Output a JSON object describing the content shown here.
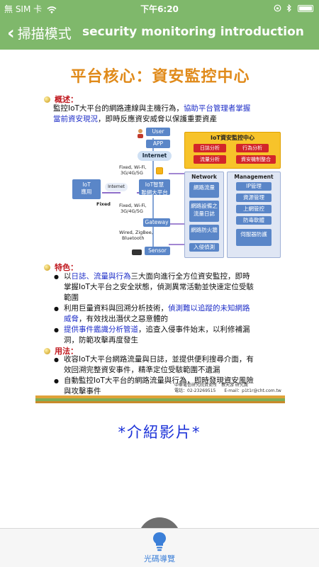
{
  "status_bar": {
    "carrier": "無 SIM 卡",
    "time": "下午6:20"
  },
  "nav": {
    "back_label": "掃描模式",
    "title": "security monitoring introduction"
  },
  "slide": {
    "title": "平台核心：資安監控中心",
    "overview_head": "概述：",
    "overview_text_1": "監控IoT大平台的網路連線與主機行為，",
    "overview_text_1b": "協助平台管理者掌握",
    "overview_text_2a": "當前資安現況",
    "overview_text_2b": "，即時反應資安威脅以保護重要資產",
    "diagram": {
      "user": "User",
      "app": "APP",
      "internet": "Internet",
      "fixed_wifi_1": "Fixed, Wi-Fi,",
      "fixed_wifi_1b": "3G/4G/5G",
      "iot_app": "IoT",
      "iot_app_2": "應用",
      "internet2": "Internet",
      "iot_platform": "IoT智慧",
      "iot_platform_2": "聯網大平台",
      "fixed": "Fixed",
      "fixed_wifi_2": "Fixed, Wi-Fi,",
      "fixed_wifi_2b": "3G/4G/5G",
      "gateway": "Gateway",
      "wired": "Wired, ZigBee,",
      "wired_b": "Bluetooth",
      "sensor": "Sensor",
      "soc_title": "IoT資安監控中心",
      "soc_items": [
        "日誌分析",
        "行為分析",
        "流量分析",
        "資安機制整合"
      ],
      "network_head": "Network",
      "management_head": "Management",
      "network_items": [
        "網路流量",
        "網路設備之流量日誌",
        "網路防火牆",
        "入侵偵測"
      ],
      "management_items": [
        "IP管理",
        "資源管理",
        "上網管控",
        "防毒軟體",
        "伺服器防護"
      ]
    },
    "feature_head": "特色：",
    "feature_1a": "以",
    "feature_1b": "日誌、流量與行為",
    "feature_1c": "三大面向進行全方位資安監控，即時",
    "feature_1d": "掌握IoT大平台之安全狀態，偵測異常活動並快速定位受駭",
    "feature_1e": "範圍",
    "feature_2a": "利用巨量資料與回溯分析技術，",
    "feature_2b": "偵測難以追蹤的未知網路",
    "feature_2c": "威脅",
    "feature_2d": "，有效找出潛伏之惡意體的",
    "feature_3a": "提供事件鑑識分析管道",
    "feature_3b": "，追查入侵事件始末，以利修補漏",
    "feature_3c": "洞，防範攻擊再度發生",
    "usage_head": "用法：",
    "usage_1a": "收容IoT大平台網路流量與日誌，並提供便利搜尋介面，有",
    "usage_1b": "效回溯完整資安事件，精準定位受駭範圍不遺漏",
    "usage_2a": "自動監控IoT大平台的網路流量與行為，即時發現資安風險",
    "usage_2b": "與攻擊事件",
    "footer_1": "中華電信研究院資安所　蔡天游 研究員",
    "footer_2": "電話：02-23269515　　E-mail：p1t1r@cht.com.tw"
  },
  "video_label": "*介紹影片*",
  "tab": {
    "label": "光碼導覽"
  },
  "colors": {
    "accent_green": "#7fb86b",
    "title_orange": "#e08a1a",
    "heading_red": "#c0181e",
    "link_blue": "#1f2fc8",
    "tab_blue": "#3b7fd8"
  }
}
